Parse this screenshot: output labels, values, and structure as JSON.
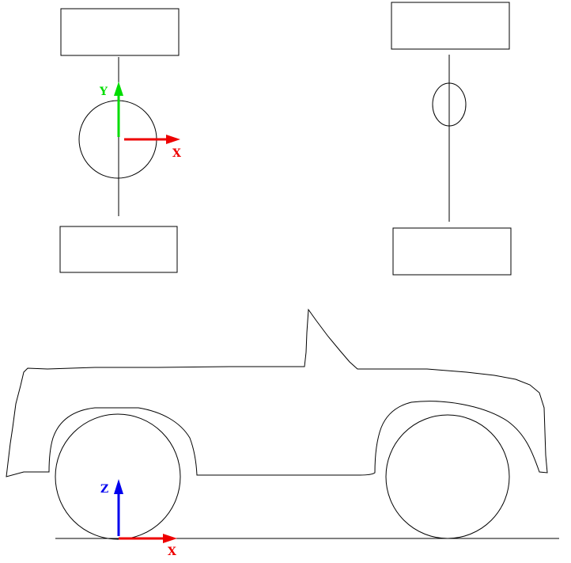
{
  "axes": {
    "top_view": {
      "y_label": "Y",
      "x_label": "X",
      "y_color": "#00dd00",
      "x_color": "#ee0000"
    },
    "side_view": {
      "z_label": "Z",
      "x_label": "X",
      "z_color": "#0000ee",
      "x_color": "#ee0000"
    }
  },
  "line_color": "#000000",
  "background": "#ffffff"
}
